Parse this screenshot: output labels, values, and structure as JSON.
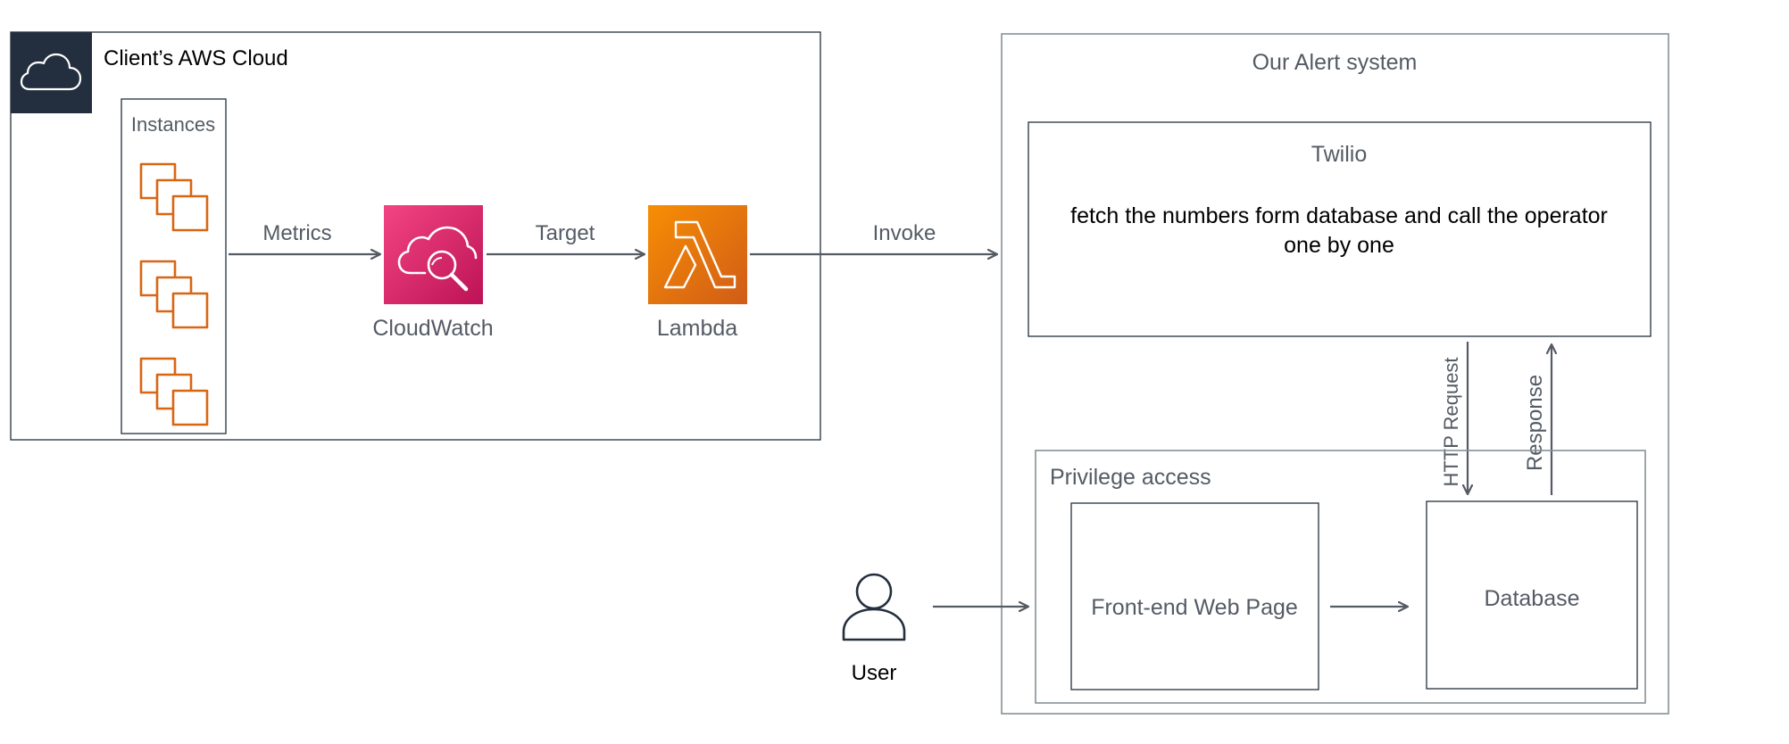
{
  "client_cloud": {
    "title": "Client’s AWS Cloud",
    "instances_label": "Instances"
  },
  "flow_labels": {
    "metrics": "Metrics",
    "target": "Target",
    "invoke": "Invoke",
    "http_request": "HTTP Request",
    "response": "Response"
  },
  "services": {
    "cloudwatch": "CloudWatch",
    "lambda": "Lambda"
  },
  "alert_system": {
    "title": "Our Alert system",
    "twilio": {
      "title": "Twilio",
      "desc_line1": "fetch the numbers form database and call the operator",
      "desc_line2": "one by one"
    },
    "privilege": {
      "title": "Privilege access",
      "frontend": "Front-end Web Page",
      "database": "Database"
    }
  },
  "user": {
    "label": "User"
  },
  "colors": {
    "aws_dark": "#232F3E",
    "cloudwatch_from": "#F34482",
    "cloudwatch_to": "#BC1356",
    "lambda_from": "#F78E04",
    "lambda_to": "#D05C17",
    "instance_orange": "#D86613",
    "text_gray": "#545B64",
    "box_gray": "#879196"
  }
}
